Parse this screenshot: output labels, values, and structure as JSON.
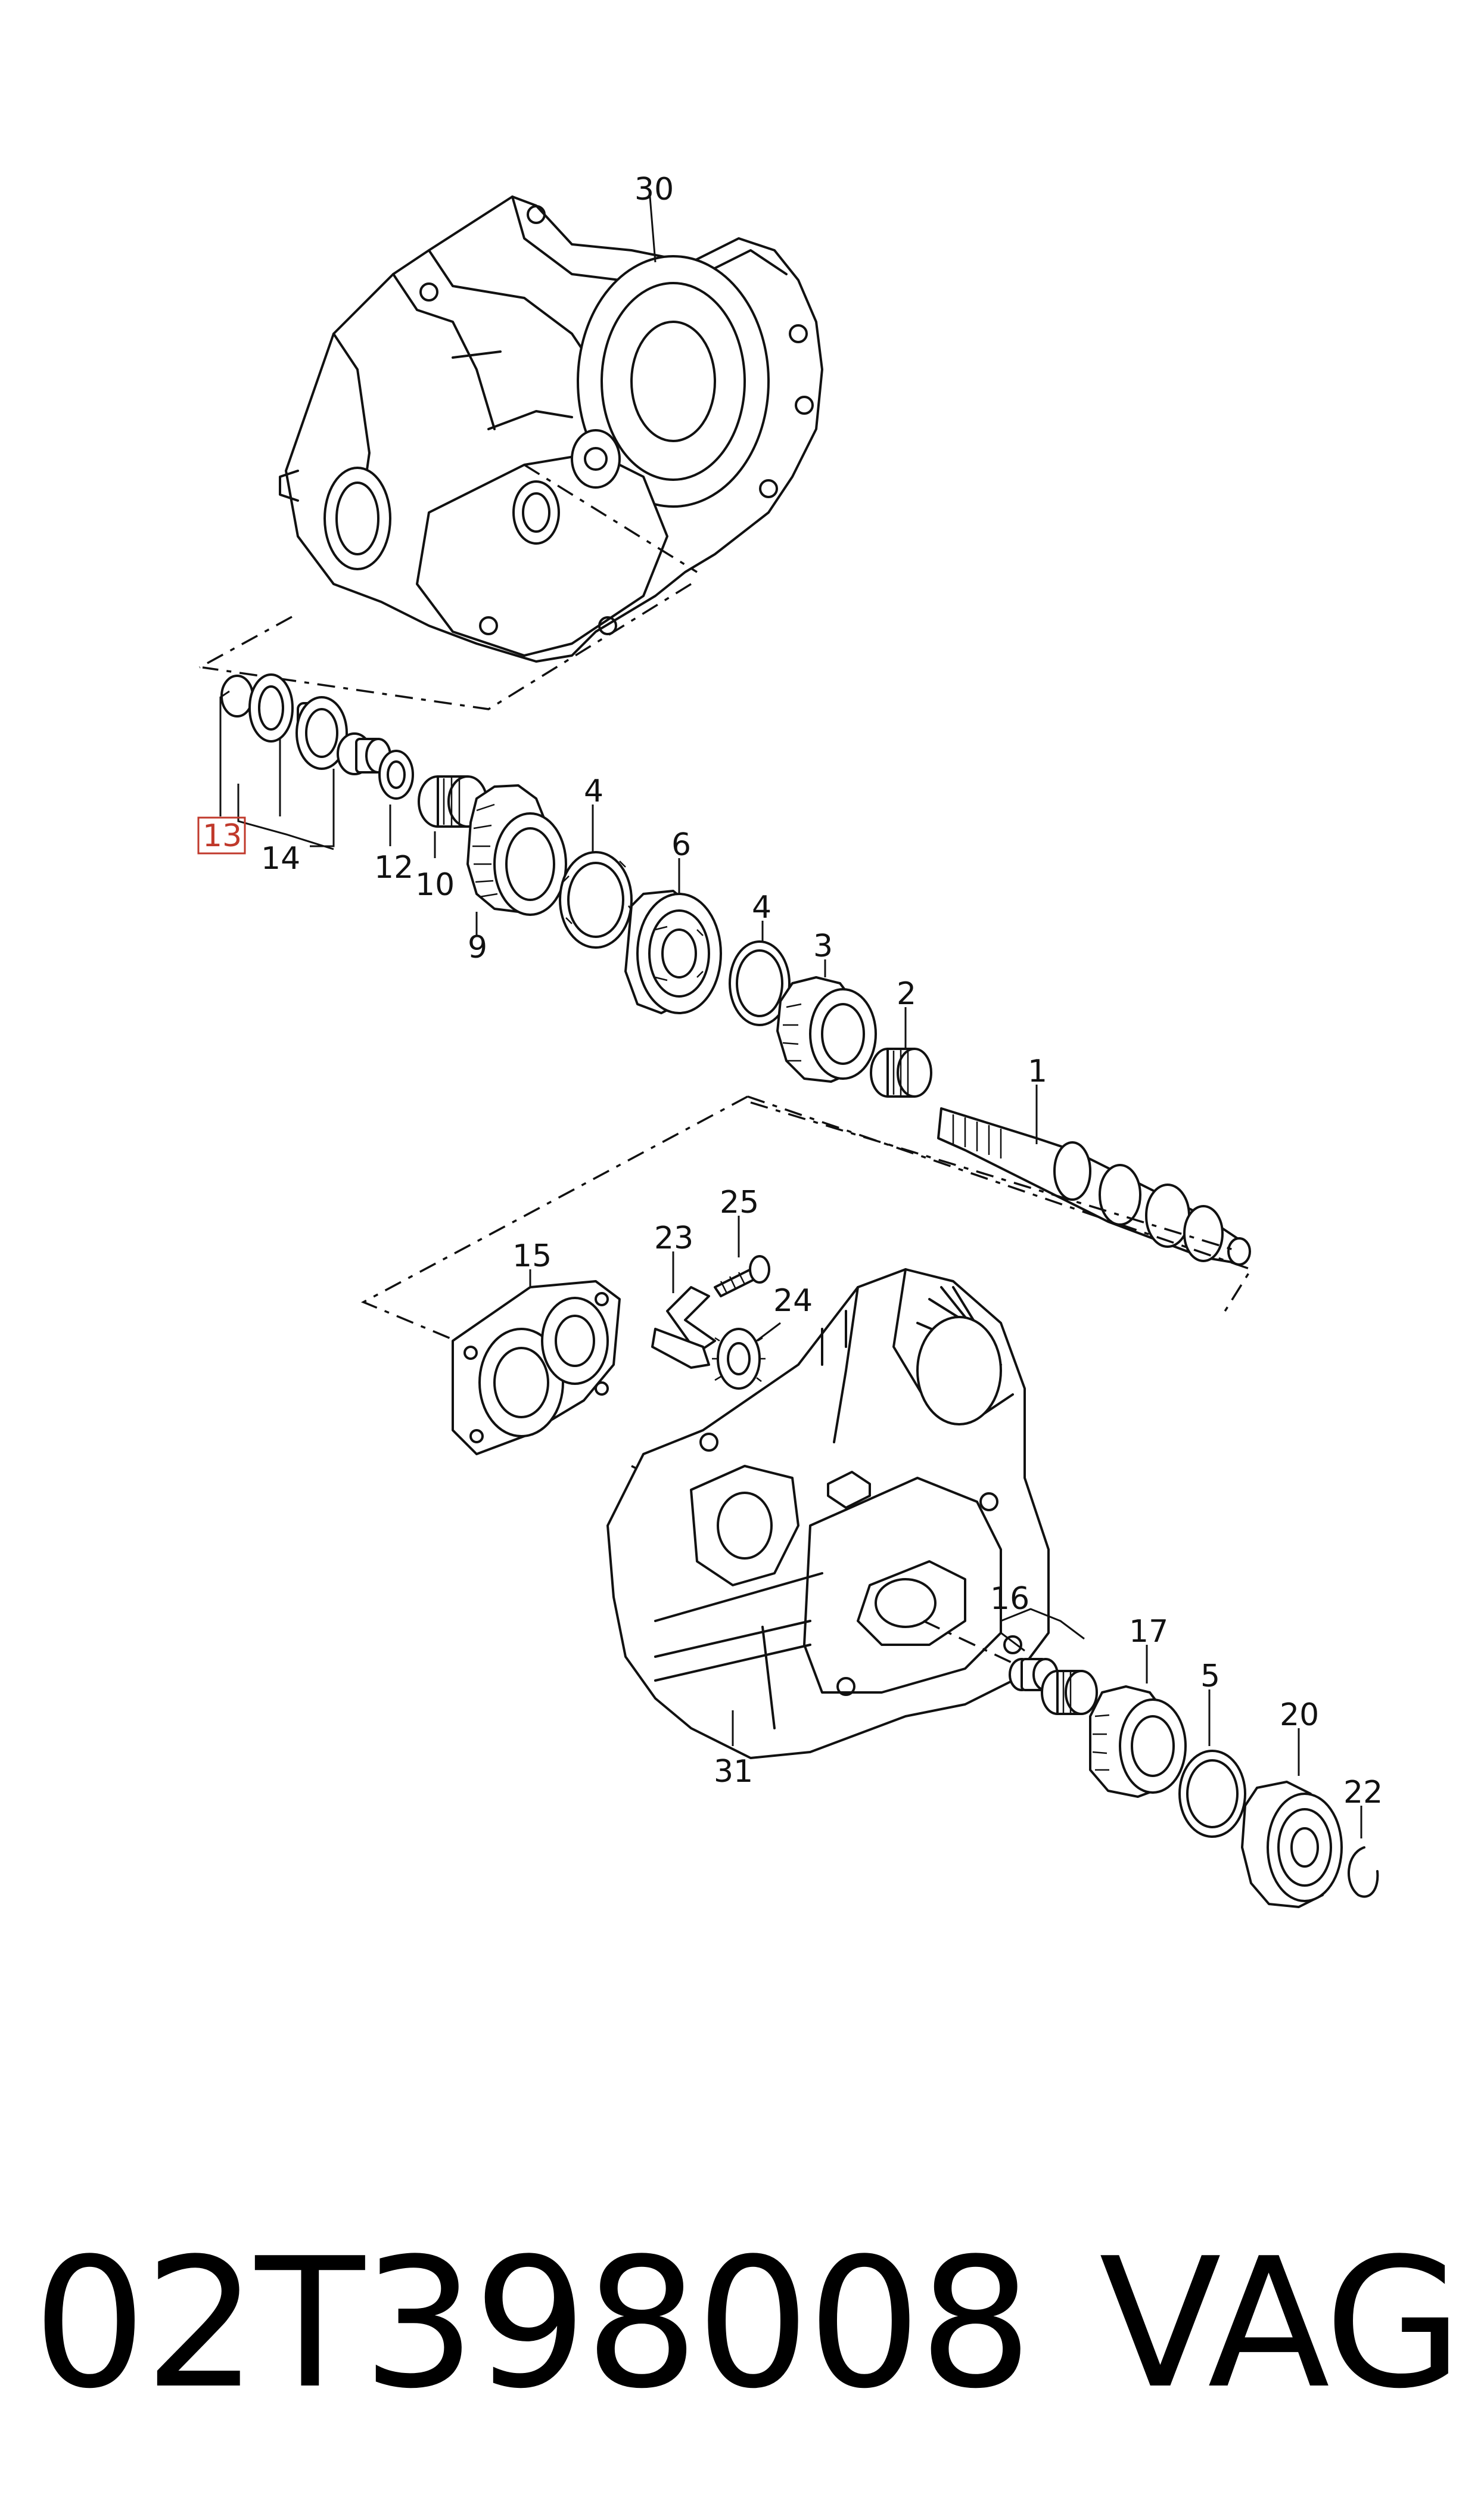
{
  "callouts": {
    "c1": "1",
    "c2": "2",
    "c3": "3",
    "c4a": "4",
    "c4b": "4",
    "c5": "5",
    "c6": "6",
    "c9": "9",
    "c10": "10",
    "c12": "12",
    "c13": "13",
    "c14": "14",
    "c15": "15",
    "c16": "16",
    "c17": "17",
    "c20": "20",
    "c22": "22",
    "c23": "23",
    "c24": "24",
    "c25": "25",
    "c30": "30",
    "c31": "31"
  },
  "highlight": {
    "callout": "13",
    "color": "#c0392b"
  },
  "footer": {
    "part_number": "02T398008",
    "brand": "VAG"
  }
}
